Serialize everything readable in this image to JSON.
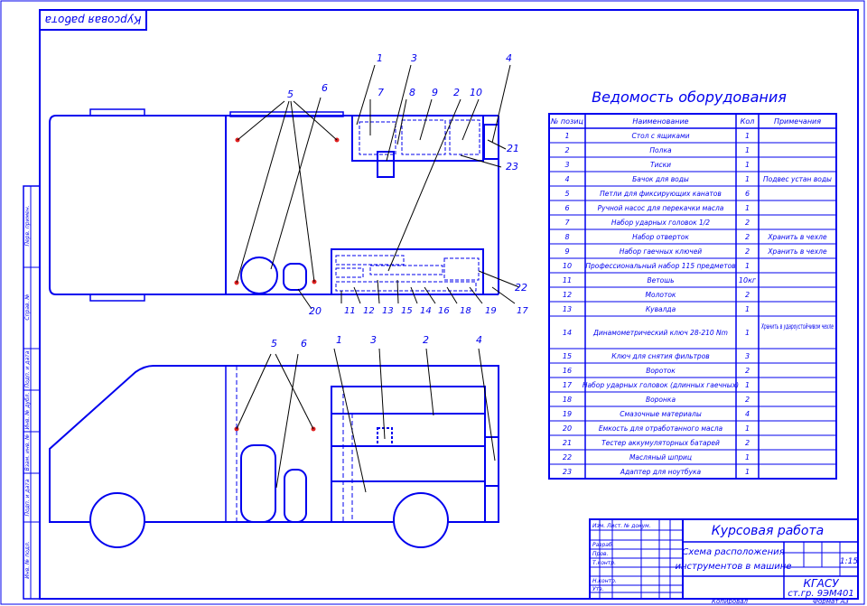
{
  "stamp_top": "Курсовая работа",
  "table": {
    "title": "Ведомость оборудования",
    "headers": [
      "№ позиц",
      "Наименование",
      "Кол",
      "Примечания"
    ],
    "rows": [
      {
        "n": "1",
        "name": "Стол с ящиками",
        "qty": "1",
        "note": ""
      },
      {
        "n": "2",
        "name": "Полка",
        "qty": "1",
        "note": ""
      },
      {
        "n": "3",
        "name": "Тиски",
        "qty": "1",
        "note": ""
      },
      {
        "n": "4",
        "name": "Бачок для воды",
        "qty": "1",
        "note": "Подвес устан воды"
      },
      {
        "n": "5",
        "name": "Петли для фиксирующих канатов",
        "qty": "6",
        "note": ""
      },
      {
        "n": "6",
        "name": "Ручной насос для перекачки масла",
        "qty": "1",
        "note": ""
      },
      {
        "n": "7",
        "name": "Набор ударных головок 1/2",
        "qty": "2",
        "note": ""
      },
      {
        "n": "8",
        "name": "Набор отверток",
        "qty": "2",
        "note": "Хранить в чехле"
      },
      {
        "n": "9",
        "name": "Набор гаечных ключей",
        "qty": "2",
        "note": "Хранить в чехле"
      },
      {
        "n": "10",
        "name": "Профессиональный набор 115 предметов",
        "qty": "1",
        "note": ""
      },
      {
        "n": "11",
        "name": "Ветошь",
        "qty": "10кг",
        "note": ""
      },
      {
        "n": "12",
        "name": "Молоток",
        "qty": "2",
        "note": ""
      },
      {
        "n": "13",
        "name": "Кувалда",
        "qty": "1",
        "note": ""
      },
      {
        "n": "14",
        "name": "Динамометрический ключ 28-210 Nm",
        "qty": "1",
        "note": "Хранить в удароустойчивом чехле"
      },
      {
        "n": "15",
        "name": "Ключ для снятия фильтров",
        "qty": "3",
        "note": ""
      },
      {
        "n": "16",
        "name": "Вороток",
        "qty": "2",
        "note": ""
      },
      {
        "n": "17",
        "name": "Набор ударных головок (длинных гаечных)",
        "qty": "1",
        "note": ""
      },
      {
        "n": "18",
        "name": "Воронка",
        "qty": "2",
        "note": ""
      },
      {
        "n": "19",
        "name": "Смазочные материалы",
        "qty": "4",
        "note": ""
      },
      {
        "n": "20",
        "name": "Емкость для отработанного масла",
        "qty": "1",
        "note": ""
      },
      {
        "n": "21",
        "name": "Тестер аккумуляторных батарей",
        "qty": "2",
        "note": ""
      },
      {
        "n": "22",
        "name": "Масляный шприц",
        "qty": "1",
        "note": ""
      },
      {
        "n": "23",
        "name": "Адаптер для ноутбука",
        "qty": "1",
        "note": ""
      }
    ]
  },
  "title_block": {
    "work": "Курсовая работа",
    "drawing_title_1": "Схема расположения",
    "drawing_title_2": "инструментов в машине",
    "scale": "1:15",
    "org": "КГАСУ",
    "group": "ст.гр. 9ЭМ401",
    "sheets": "Формат А3",
    "copied": "Копировал",
    "roles": [
      "Изм. Лист. № докум.",
      "Разраб.",
      "Пров.",
      "Т.контр.",
      "Н.контр.",
      "Утв."
    ]
  },
  "side_labels": [
    "Перв. примен.",
    "Справ. №",
    "Подп. и дата",
    "Инв. № дубл.",
    "Взам. инв. №",
    "Подп. и дата",
    "Инв. № подл."
  ],
  "callouts_top": [
    "1",
    "3",
    "4",
    "5",
    "6",
    "7",
    "8",
    "9",
    "2",
    "10",
    "21",
    "23",
    "22",
    "20",
    "11",
    "12",
    "13",
    "15",
    "14",
    "16",
    "18",
    "19",
    "17"
  ],
  "callouts_side": [
    "5",
    "6",
    "1",
    "3",
    "2",
    "4"
  ]
}
